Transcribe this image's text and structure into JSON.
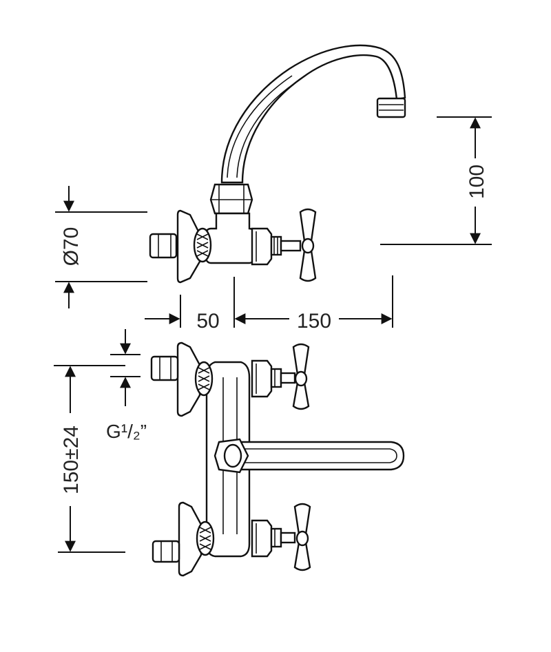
{
  "dimensions": {
    "height_100": "100",
    "diameter_70": "Ø70",
    "offset_50": "50",
    "reach_150": "150",
    "centers": "150±24",
    "thread": "G¹/₂”"
  },
  "views": [
    "side-view",
    "front-view"
  ]
}
